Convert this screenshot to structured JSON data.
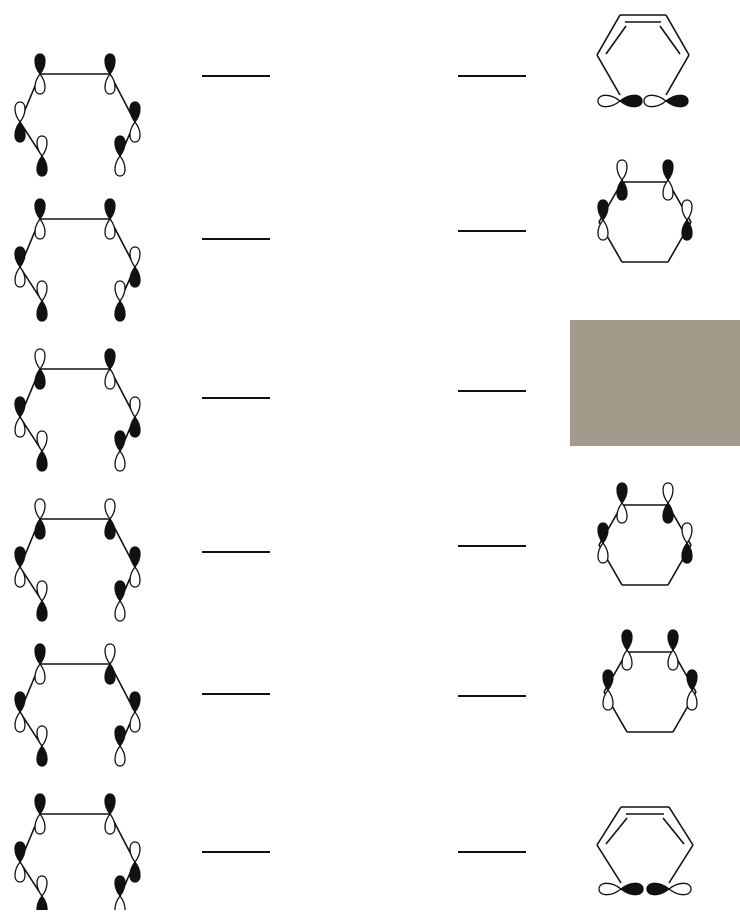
{
  "title": "",
  "left_column": {
    "structures": [
      {
        "kind": "open-chain-pi-orbital-diagram",
        "row": 1
      },
      {
        "kind": "open-chain-pi-orbital-diagram",
        "row": 2
      },
      {
        "kind": "open-chain-pi-orbital-diagram",
        "row": 3
      },
      {
        "kind": "open-chain-pi-orbital-diagram",
        "row": 4
      },
      {
        "kind": "open-chain-pi-orbital-diagram",
        "row": 5
      },
      {
        "kind": "open-chain-pi-orbital-diagram",
        "row": 6
      }
    ],
    "answer_blanks": [
      "",
      "",
      "",
      "",
      "",
      ""
    ]
  },
  "right_column": {
    "structures": [
      {
        "kind": "cyclohexadiene-with-sigma-orbitals",
        "row": 1
      },
      {
        "kind": "ring-pi-orbital-diagram",
        "row": 2
      },
      {
        "kind": "photographed-handdrawn-ring-diagram",
        "row": 3
      },
      {
        "kind": "ring-pi-orbital-diagram",
        "row": 4
      },
      {
        "kind": "ring-pi-orbital-diagram",
        "row": 5
      },
      {
        "kind": "cyclohexadiene-with-sigma-orbitals",
        "row": 6
      }
    ],
    "answer_blanks": [
      "",
      "",
      "",
      "",
      "",
      ""
    ]
  },
  "colors": {
    "ink": "#111111",
    "photo_background": "#a39a8c",
    "photo_ink": "#3b3170"
  }
}
